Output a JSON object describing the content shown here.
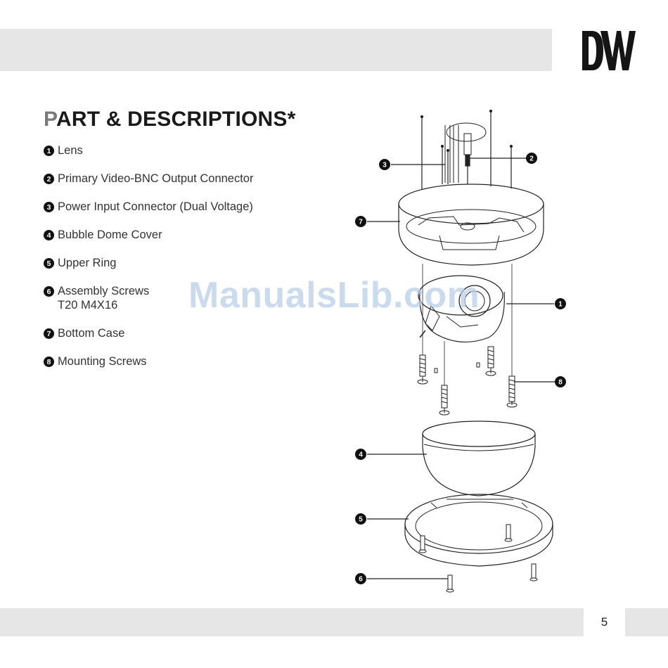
{
  "header": {
    "logo_text": "DW"
  },
  "title": {
    "first_letter": "P",
    "rest": "ART & DESCRIPTIONS*"
  },
  "parts": [
    {
      "number": "1",
      "lines": [
        "Lens"
      ]
    },
    {
      "number": "2",
      "lines": [
        "Primary Video-BNC Output Connector"
      ]
    },
    {
      "number": "3",
      "lines": [
        "Power Input Connector (Dual Voltage)"
      ]
    },
    {
      "number": "4",
      "lines": [
        "Bubble Dome Cover"
      ]
    },
    {
      "number": "5",
      "lines": [
        "Upper Ring"
      ]
    },
    {
      "number": "6",
      "lines": [
        "Assembly Screws",
        "T20 M4X16"
      ]
    },
    {
      "number": "7",
      "lines": [
        "Bottom Case"
      ]
    },
    {
      "number": "8",
      "lines": [
        "Mounting Screws"
      ]
    }
  ],
  "diagram": {
    "callouts": [
      "1",
      "2",
      "3",
      "4",
      "5",
      "6",
      "7",
      "8"
    ]
  },
  "watermark": "ManualsLib.com",
  "footer": {
    "page_number": "5"
  }
}
